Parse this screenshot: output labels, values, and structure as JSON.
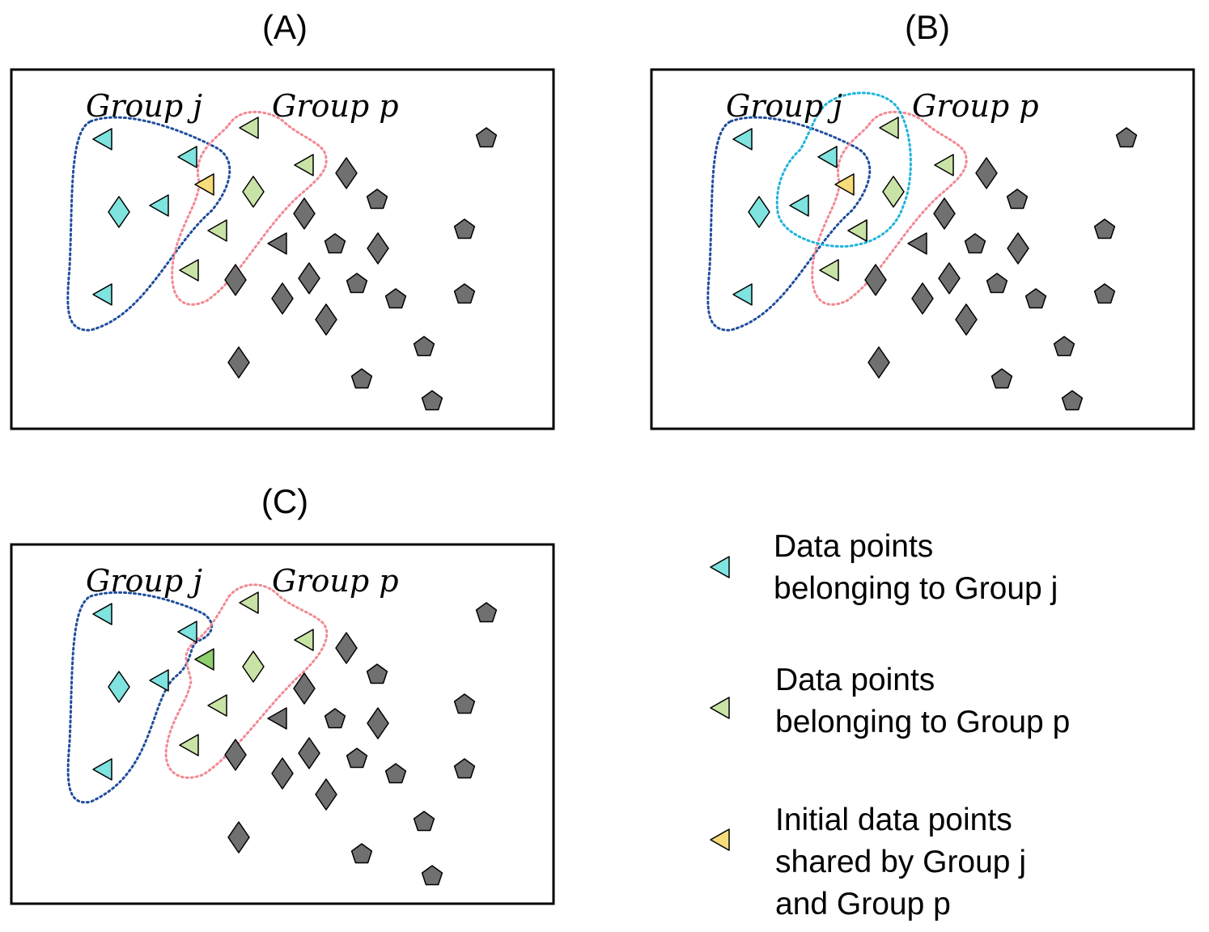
{
  "colors": {
    "group_j": "#7fe3e0",
    "group_p": "#c9e3a6",
    "group_p_dark": "#8fcf6e",
    "shared": "#f7dc7a",
    "other": "#707070",
    "outline_j": "#1f4e9c",
    "outline_p": "#f08a94",
    "outline_merge": "#1fb4dc"
  },
  "panels": [
    {
      "id": "A",
      "label": "(A)",
      "group_j_label": "Group j",
      "group_p_label": "Group p"
    },
    {
      "id": "B",
      "label": "(B)",
      "group_j_label": "Group j",
      "group_p_label": "Group p"
    },
    {
      "id": "C",
      "label": "(C)",
      "group_j_label": "Group j",
      "group_p_label": "Group p"
    }
  ],
  "legend": {
    "items": [
      {
        "color_key": "group_j",
        "lines": [
          "Data points",
          "belonging to Group j"
        ]
      },
      {
        "color_key": "group_p",
        "lines": [
          "Data points",
          "belonging to Group p"
        ]
      },
      {
        "color_key": "shared",
        "lines": [
          "Initial data points",
          "shared by Group j",
          "and Group p"
        ]
      }
    ]
  }
}
